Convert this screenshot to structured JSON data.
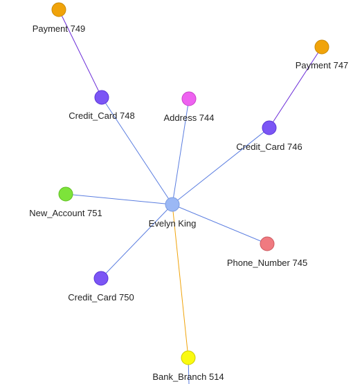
{
  "graph": {
    "nodes": [
      {
        "id": "evelyn",
        "label": "Evelyn King",
        "type": "person",
        "color": "#9bb8f5",
        "stroke": "#7a9ae0"
      },
      {
        "id": "payment749",
        "label": "Payment 749",
        "type": "payment",
        "color": "#f0a30a",
        "stroke": "#c98a08"
      },
      {
        "id": "payment747",
        "label": "Payment 747",
        "type": "payment",
        "color": "#f0a30a",
        "stroke": "#c98a08"
      },
      {
        "id": "card748",
        "label": "Credit_Card 748",
        "type": "credit-card",
        "color": "#7b55f5",
        "stroke": "#5a36d6"
      },
      {
        "id": "address744",
        "label": "Address 744",
        "type": "address",
        "color": "#ee62f0",
        "stroke": "#c842c9"
      },
      {
        "id": "card746",
        "label": "Credit_Card 746",
        "type": "credit-card",
        "color": "#7b55f5",
        "stroke": "#5a36d6"
      },
      {
        "id": "newacct751",
        "label": "New_Account 751",
        "type": "new-account",
        "color": "#7de33a",
        "stroke": "#5fbf22"
      },
      {
        "id": "phone745",
        "label": "Phone_Number 745",
        "type": "phone-number",
        "color": "#f07a80",
        "stroke": "#cc5a60"
      },
      {
        "id": "card750",
        "label": "Credit_Card 750",
        "type": "credit-card",
        "color": "#7b55f5",
        "stroke": "#5a36d6"
      },
      {
        "id": "branch514",
        "label": "Bank_Branch 514",
        "type": "bank-branch",
        "color": "#fafa10",
        "stroke": "#cccc00"
      }
    ],
    "edges": [
      {
        "source": "payment749",
        "target": "card748",
        "color": "#6a2ad8"
      },
      {
        "source": "payment747",
        "target": "card746",
        "color": "#6a2ad8"
      },
      {
        "source": "card748",
        "target": "evelyn",
        "color": "#5a7de0"
      },
      {
        "source": "address744",
        "target": "evelyn",
        "color": "#5a7de0"
      },
      {
        "source": "card746",
        "target": "evelyn",
        "color": "#5a7de0"
      },
      {
        "source": "newacct751",
        "target": "evelyn",
        "color": "#5a7de0"
      },
      {
        "source": "phone745",
        "target": "evelyn",
        "color": "#5a7de0"
      },
      {
        "source": "card750",
        "target": "evelyn",
        "color": "#5a7de0"
      },
      {
        "source": "evelyn",
        "target": "branch514",
        "color": "#f0a30a"
      }
    ]
  }
}
